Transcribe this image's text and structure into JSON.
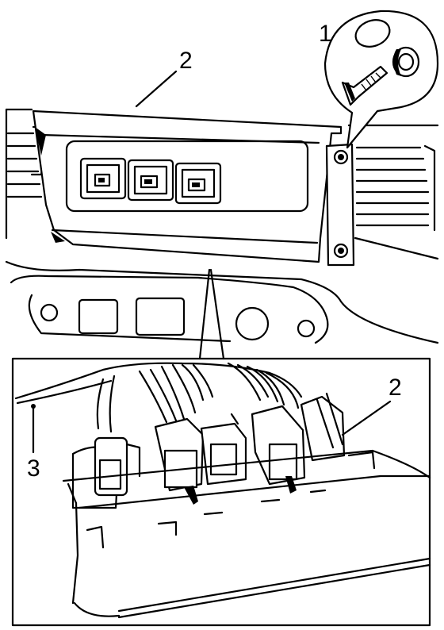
{
  "labels": {
    "callout_1": "1",
    "callout_2_top": "2",
    "callout_2_detail": "2",
    "callout_3": "3"
  },
  "colors": {
    "ink": "#000000",
    "paper": "#ffffff"
  },
  "icons": [
    "screw-icon",
    "washer-icon"
  ]
}
